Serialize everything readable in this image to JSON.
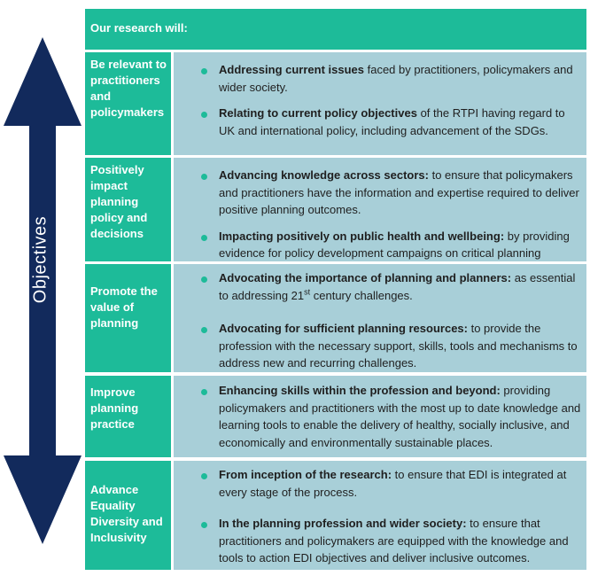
{
  "arrow": {
    "label": "Objectives",
    "color": "#122a5c"
  },
  "colors": {
    "accent": "#1dbb99",
    "panel": "#a8cfd8"
  },
  "header": {
    "title": "Our research will:"
  },
  "rows": [
    {
      "label": "Be relevant to practitioners and policymakers",
      "items": [
        {
          "lead": "Addressing current issues",
          "rest": " faced by practitioners, policymakers and wider society."
        },
        {
          "lead": "Relating to current policy objectives",
          "rest": " of the RTPI having regard to UK and international policy, including advancement of the SDGs."
        }
      ]
    },
    {
      "label": "Positively impact planning policy and decisions",
      "items": [
        {
          "lead": "Advancing knowledge across sectors:",
          "rest": " to ensure that policymakers and practitioners have the information and expertise required to deliver positive planning outcomes."
        },
        {
          "lead": "Impacting positively on public health and wellbeing:",
          "rest": " by providing evidence for policy development campaigns on critical planning matters."
        }
      ]
    },
    {
      "label": "Promote the value of planning",
      "items": [
        {
          "lead": "Advocating the importance of planning and planners:",
          "rest": " as essential to addressing 21",
          "sup": "st",
          "rest2": " century challenges."
        },
        {
          "lead": "Advocating for sufficient planning resources:",
          "rest": " to provide the profession with the necessary support, skills, tools and mechanisms to address new and recurring challenges."
        }
      ]
    },
    {
      "label": "Improve planning practice",
      "items": [
        {
          "lead": "Enhancing skills within the profession and beyond:",
          "rest": " providing policymakers and practitioners with the most up to date knowledge and learning tools to enable the delivery of healthy, socially inclusive, and economically and environmentally sustainable places."
        }
      ]
    },
    {
      "label": "Advance Equality Diversity and Inclusivity",
      "items": [
        {
          "lead": "From inception of the research:",
          "rest": " to ensure that EDI is integrated at every stage of the process."
        },
        {
          "lead": "In the planning profession and wider society:",
          "rest": " to ensure that practitioners and policymakers are equipped with the knowledge and tools to action EDI objectives and deliver inclusive outcomes."
        }
      ]
    }
  ]
}
